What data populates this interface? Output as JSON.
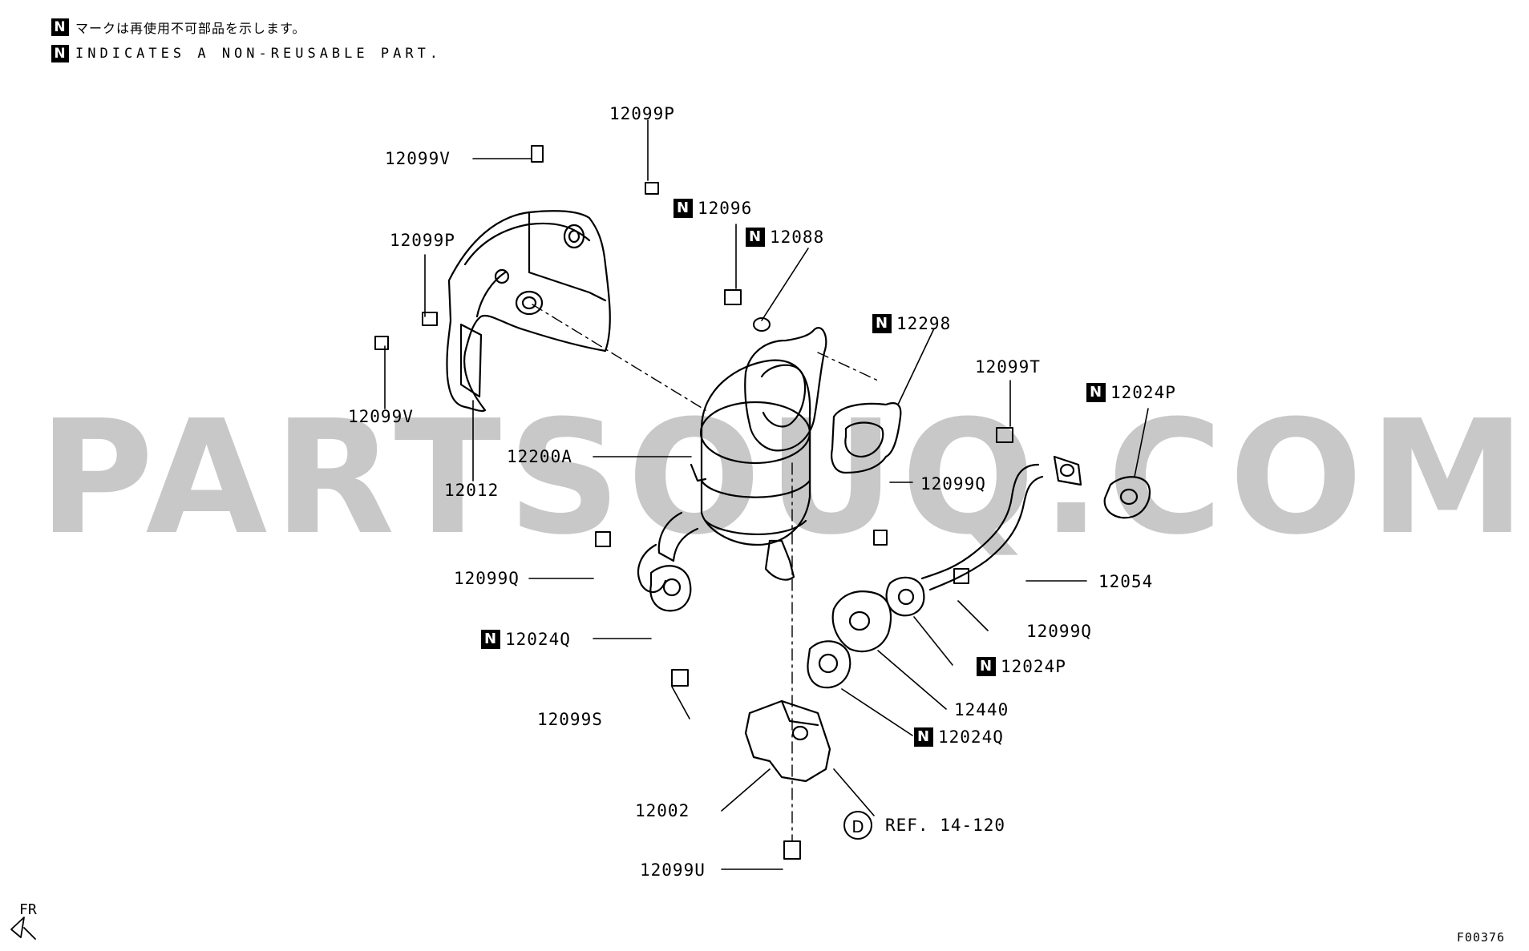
{
  "legend": {
    "jp": "マークは再使用不可部品を示します。",
    "en": "INDICATES A NON-REUSABLE PART.",
    "mark": "N"
  },
  "watermark": "PARTSOUQ.COM",
  "orientation_label": "FR",
  "figure_number": "F00376",
  "ref_circle": "D",
  "parts": [
    {
      "id": "p1",
      "text": "12099P",
      "nonreusable": false
    },
    {
      "id": "p2",
      "text": "12099V",
      "nonreusable": false
    },
    {
      "id": "p3",
      "text": "12096",
      "nonreusable": true
    },
    {
      "id": "p4",
      "text": "12088",
      "nonreusable": true
    },
    {
      "id": "p5",
      "text": "12099P",
      "nonreusable": false
    },
    {
      "id": "p6",
      "text": "12298",
      "nonreusable": true
    },
    {
      "id": "p7",
      "text": "12099T",
      "nonreusable": false
    },
    {
      "id": "p8",
      "text": "12024P",
      "nonreusable": true
    },
    {
      "id": "p9",
      "text": "12099V",
      "nonreusable": false
    },
    {
      "id": "p10",
      "text": "12200A",
      "nonreusable": false
    },
    {
      "id": "p11",
      "text": "12012",
      "nonreusable": false
    },
    {
      "id": "p12",
      "text": "12099Q",
      "nonreusable": false
    },
    {
      "id": "p13",
      "text": "12054",
      "nonreusable": false
    },
    {
      "id": "p14",
      "text": "12099Q",
      "nonreusable": false
    },
    {
      "id": "p15",
      "text": "12099Q",
      "nonreusable": false
    },
    {
      "id": "p16",
      "text": "12024Q",
      "nonreusable": true
    },
    {
      "id": "p17",
      "text": "12024P",
      "nonreusable": true
    },
    {
      "id": "p18",
      "text": "12440",
      "nonreusable": false
    },
    {
      "id": "p19",
      "text": "12099S",
      "nonreusable": false
    },
    {
      "id": "p20",
      "text": "12024Q",
      "nonreusable": true
    },
    {
      "id": "p21",
      "text": "REF. 14-120",
      "nonreusable": false
    },
    {
      "id": "p22",
      "text": "12002",
      "nonreusable": false
    },
    {
      "id": "p23",
      "text": "12099U",
      "nonreusable": false
    }
  ]
}
